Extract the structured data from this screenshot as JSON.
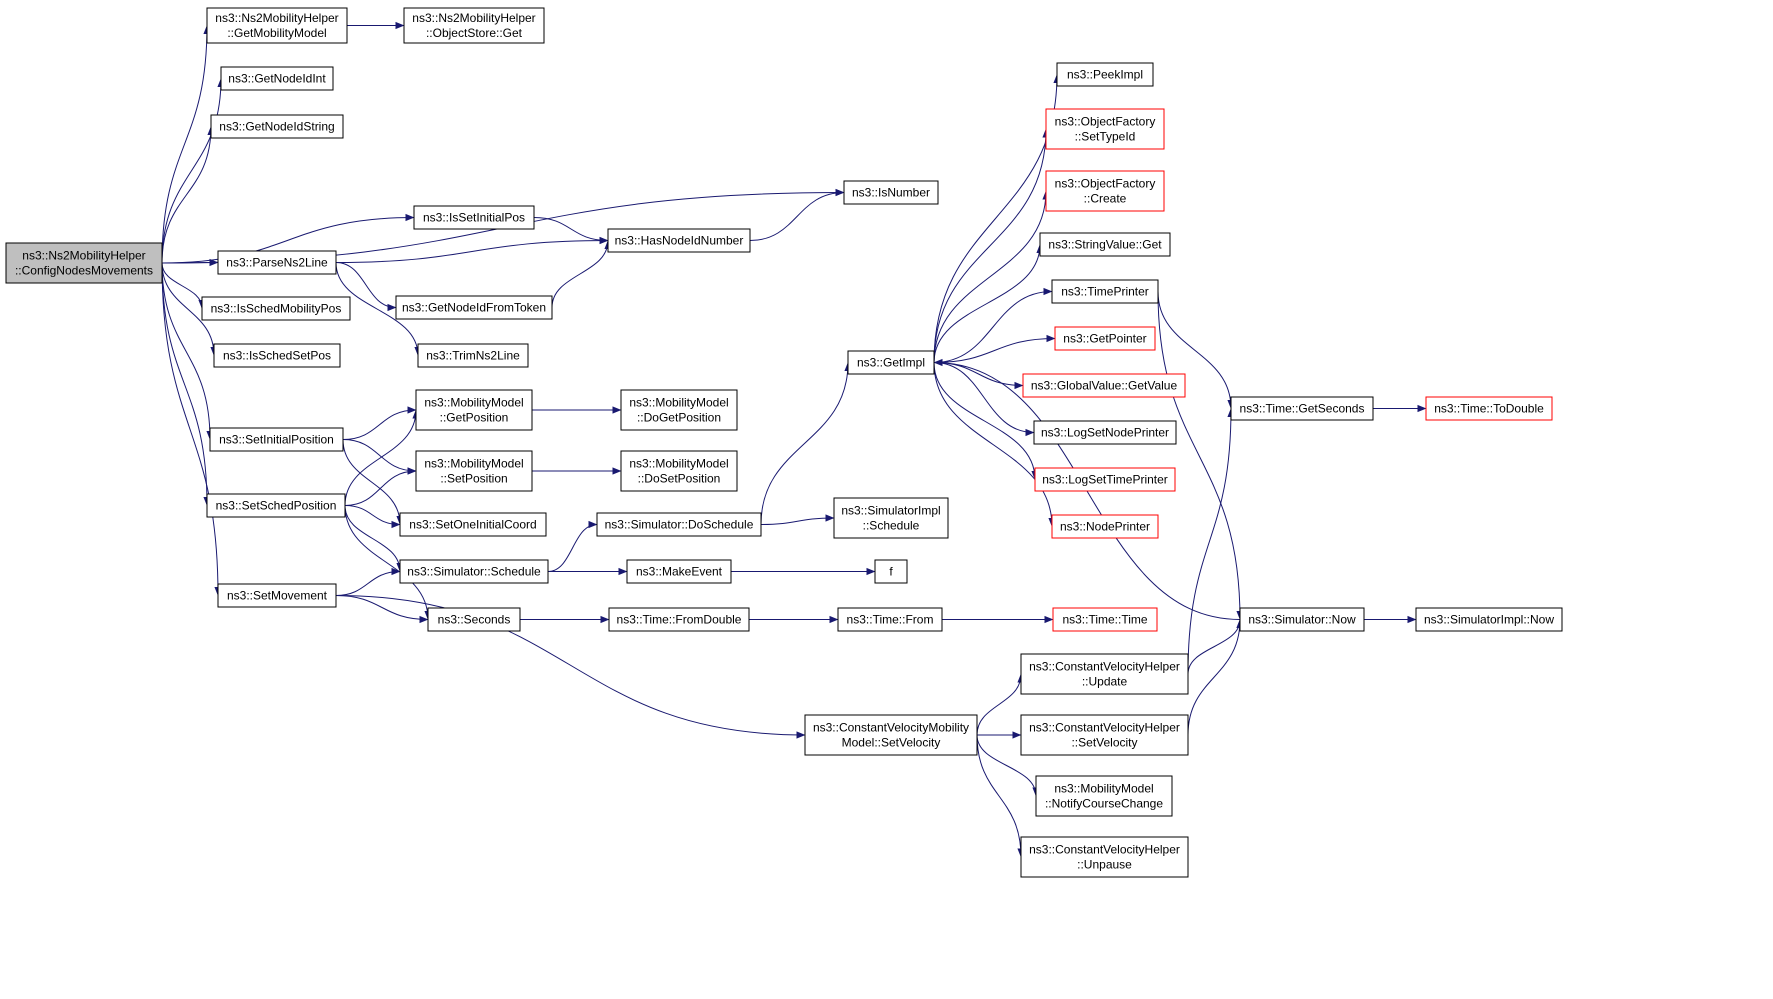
{
  "colors": {
    "edge": "#191970",
    "border_default": "#000000",
    "border_truncated": "#ff0000",
    "root_fill": "#bfbfbf",
    "node_fill": "#ffffff"
  },
  "nodes": [
    {
      "id": "root",
      "lines": [
        "ns3::Ns2MobilityHelper",
        "::ConfigNodesMovements"
      ],
      "style": "root"
    },
    {
      "id": "getmobilitymodel",
      "lines": [
        "ns3::Ns2MobilityHelper",
        "::GetMobilityModel"
      ],
      "style": "normal"
    },
    {
      "id": "objectstoreget",
      "lines": [
        "ns3::Ns2MobilityHelper",
        "::ObjectStore::Get"
      ],
      "style": "normal"
    },
    {
      "id": "getnodeidint",
      "lines": [
        "ns3::GetNodeIdInt"
      ],
      "style": "normal"
    },
    {
      "id": "getnodeidstring",
      "lines": [
        "ns3::GetNodeIdString"
      ],
      "style": "normal"
    },
    {
      "id": "isnumber",
      "lines": [
        "ns3::IsNumber"
      ],
      "style": "normal"
    },
    {
      "id": "issetinitialpos",
      "lines": [
        "ns3::IsSetInitialPos"
      ],
      "style": "normal"
    },
    {
      "id": "hasnodeidnumber",
      "lines": [
        "ns3::HasNodeIdNumber"
      ],
      "style": "normal"
    },
    {
      "id": "parsens2line",
      "lines": [
        "ns3::ParseNs2Line"
      ],
      "style": "normal"
    },
    {
      "id": "getnodeidfromtoken",
      "lines": [
        "ns3::GetNodeIdFromToken"
      ],
      "style": "normal"
    },
    {
      "id": "trimns2line",
      "lines": [
        "ns3::TrimNs2Line"
      ],
      "style": "normal"
    },
    {
      "id": "isschedmobilitypos",
      "lines": [
        "ns3::IsSchedMobilityPos"
      ],
      "style": "normal"
    },
    {
      "id": "isschedsetpos",
      "lines": [
        "ns3::IsSchedSetPos"
      ],
      "style": "normal"
    },
    {
      "id": "setinitialposition",
      "lines": [
        "ns3::SetInitialPosition"
      ],
      "style": "normal"
    },
    {
      "id": "mm_getposition",
      "lines": [
        "ns3::MobilityModel",
        "::GetPosition"
      ],
      "style": "normal"
    },
    {
      "id": "mm_dogetposition",
      "lines": [
        "ns3::MobilityModel",
        "::DoGetPosition"
      ],
      "style": "normal"
    },
    {
      "id": "mm_setposition",
      "lines": [
        "ns3::MobilityModel",
        "::SetPosition"
      ],
      "style": "normal"
    },
    {
      "id": "mm_dosetposition",
      "lines": [
        "ns3::MobilityModel",
        "::DoSetPosition"
      ],
      "style": "normal"
    },
    {
      "id": "setschedposition",
      "lines": [
        "ns3::SetSchedPosition"
      ],
      "style": "normal"
    },
    {
      "id": "setoneinitialcoord",
      "lines": [
        "ns3::SetOneInitialCoord"
      ],
      "style": "normal"
    },
    {
      "id": "sim_doschedule",
      "lines": [
        "ns3::Simulator::DoSchedule"
      ],
      "style": "normal"
    },
    {
      "id": "simimpl_schedule",
      "lines": [
        "ns3::SimulatorImpl",
        "::Schedule"
      ],
      "style": "normal"
    },
    {
      "id": "setmovement",
      "lines": [
        "ns3::SetMovement"
      ],
      "style": "normal"
    },
    {
      "id": "sim_schedule",
      "lines": [
        "ns3::Simulator::Schedule"
      ],
      "style": "normal"
    },
    {
      "id": "makeevent",
      "lines": [
        "ns3::MakeEvent"
      ],
      "style": "normal"
    },
    {
      "id": "f",
      "lines": [
        "f"
      ],
      "style": "normal"
    },
    {
      "id": "seconds",
      "lines": [
        "ns3::Seconds"
      ],
      "style": "normal"
    },
    {
      "id": "time_fromdouble",
      "lines": [
        "ns3::Time::FromDouble"
      ],
      "style": "normal"
    },
    {
      "id": "time_from",
      "lines": [
        "ns3::Time::From"
      ],
      "style": "normal"
    },
    {
      "id": "time_time",
      "lines": [
        "ns3::Time::Time"
      ],
      "style": "truncated"
    },
    {
      "id": "cvmm_setvelocity",
      "lines": [
        "ns3::ConstantVelocityMobility",
        "Model::SetVelocity"
      ],
      "style": "normal"
    },
    {
      "id": "cvh_update",
      "lines": [
        "ns3::ConstantVelocityHelper",
        "::Update"
      ],
      "style": "normal"
    },
    {
      "id": "cvh_setvelocity",
      "lines": [
        "ns3::ConstantVelocityHelper",
        "::SetVelocity"
      ],
      "style": "normal"
    },
    {
      "id": "mm_notifycoursechange",
      "lines": [
        "ns3::MobilityModel",
        "::NotifyCourseChange"
      ],
      "style": "normal"
    },
    {
      "id": "cvh_unpause",
      "lines": [
        "ns3::ConstantVelocityHelper",
        "::Unpause"
      ],
      "style": "normal"
    },
    {
      "id": "getimpl",
      "lines": [
        "ns3::GetImpl"
      ],
      "style": "normal"
    },
    {
      "id": "peekimpl",
      "lines": [
        "ns3::PeekImpl"
      ],
      "style": "normal"
    },
    {
      "id": "of_settypeid",
      "lines": [
        "ns3::ObjectFactory",
        "::SetTypeId"
      ],
      "style": "truncated"
    },
    {
      "id": "of_create",
      "lines": [
        "ns3::ObjectFactory",
        "::Create"
      ],
      "style": "truncated"
    },
    {
      "id": "stringvalue_get",
      "lines": [
        "ns3::StringValue::Get"
      ],
      "style": "normal"
    },
    {
      "id": "timeprinter",
      "lines": [
        "ns3::TimePrinter"
      ],
      "style": "normal"
    },
    {
      "id": "getpointer",
      "lines": [
        "ns3::GetPointer"
      ],
      "style": "truncated"
    },
    {
      "id": "globalvalue_getvalue",
      "lines": [
        "ns3::GlobalValue::GetValue"
      ],
      "style": "truncated"
    },
    {
      "id": "logsetnodeprinter",
      "lines": [
        "ns3::LogSetNodePrinter"
      ],
      "style": "normal"
    },
    {
      "id": "logsettimeprinter",
      "lines": [
        "ns3::LogSetTimePrinter"
      ],
      "style": "truncated"
    },
    {
      "id": "nodeprinter",
      "lines": [
        "ns3::NodePrinter"
      ],
      "style": "truncated"
    },
    {
      "id": "time_getseconds",
      "lines": [
        "ns3::Time::GetSeconds"
      ],
      "style": "normal"
    },
    {
      "id": "time_todouble",
      "lines": [
        "ns3::Time::ToDouble"
      ],
      "style": "truncated"
    },
    {
      "id": "sim_now",
      "lines": [
        "ns3::Simulator::Now"
      ],
      "style": "normal"
    },
    {
      "id": "simimpl_now",
      "lines": [
        "ns3::SimulatorImpl::Now"
      ],
      "style": "normal"
    }
  ],
  "edges": [
    [
      "root",
      "getmobilitymodel"
    ],
    [
      "getmobilitymodel",
      "objectstoreget"
    ],
    [
      "root",
      "getnodeidint"
    ],
    [
      "root",
      "getnodeidstring"
    ],
    [
      "root",
      "isnumber"
    ],
    [
      "root",
      "issetinitialpos"
    ],
    [
      "issetinitialpos",
      "hasnodeidnumber"
    ],
    [
      "hasnodeidnumber",
      "isnumber"
    ],
    [
      "root",
      "parsens2line"
    ],
    [
      "parsens2line",
      "hasnodeidnumber"
    ],
    [
      "parsens2line",
      "getnodeidfromtoken"
    ],
    [
      "getnodeidfromtoken",
      "hasnodeidnumber"
    ],
    [
      "parsens2line",
      "trimns2line"
    ],
    [
      "root",
      "isschedmobilitypos"
    ],
    [
      "root",
      "isschedsetpos"
    ],
    [
      "root",
      "setinitialposition"
    ],
    [
      "root",
      "setschedposition"
    ],
    [
      "root",
      "setmovement"
    ],
    [
      "setinitialposition",
      "mm_getposition"
    ],
    [
      "setinitialposition",
      "mm_setposition"
    ],
    [
      "setinitialposition",
      "setoneinitialcoord"
    ],
    [
      "mm_getposition",
      "mm_dogetposition"
    ],
    [
      "mm_setposition",
      "mm_dosetposition"
    ],
    [
      "setschedposition",
      "mm_getposition"
    ],
    [
      "setschedposition",
      "mm_setposition"
    ],
    [
      "setschedposition",
      "setoneinitialcoord"
    ],
    [
      "setschedposition",
      "sim_schedule"
    ],
    [
      "setschedposition",
      "seconds"
    ],
    [
      "setmovement",
      "sim_schedule"
    ],
    [
      "setmovement",
      "seconds"
    ],
    [
      "setmovement",
      "cvmm_setvelocity"
    ],
    [
      "sim_schedule",
      "sim_doschedule"
    ],
    [
      "sim_schedule",
      "makeevent"
    ],
    [
      "makeevent",
      "f"
    ],
    [
      "sim_doschedule",
      "simimpl_schedule"
    ],
    [
      "sim_doschedule",
      "getimpl"
    ],
    [
      "seconds",
      "time_fromdouble"
    ],
    [
      "time_fromdouble",
      "time_from"
    ],
    [
      "time_from",
      "time_time"
    ],
    [
      "cvmm_setvelocity",
      "cvh_update"
    ],
    [
      "cvmm_setvelocity",
      "cvh_setvelocity"
    ],
    [
      "cvmm_setvelocity",
      "mm_notifycoursechange"
    ],
    [
      "cvmm_setvelocity",
      "cvh_unpause"
    ],
    [
      "cvh_update",
      "sim_now"
    ],
    [
      "cvh_update",
      "time_getseconds"
    ],
    [
      "cvh_setvelocity",
      "sim_now"
    ],
    [
      "getimpl",
      "peekimpl"
    ],
    [
      "getimpl",
      "of_settypeid"
    ],
    [
      "getimpl",
      "of_create"
    ],
    [
      "getimpl",
      "stringvalue_get"
    ],
    [
      "getimpl",
      "timeprinter"
    ],
    [
      "getimpl",
      "getpointer"
    ],
    [
      "getimpl",
      "globalvalue_getvalue"
    ],
    [
      "getimpl",
      "logsetnodeprinter"
    ],
    [
      "getimpl",
      "logsettimeprinter"
    ],
    [
      "getimpl",
      "nodeprinter"
    ],
    [
      "timeprinter",
      "time_getseconds"
    ],
    [
      "timeprinter",
      "sim_now"
    ],
    [
      "time_getseconds",
      "time_todouble"
    ],
    [
      "sim_now",
      "simimpl_now"
    ],
    [
      "sim_now",
      "getimpl"
    ]
  ]
}
